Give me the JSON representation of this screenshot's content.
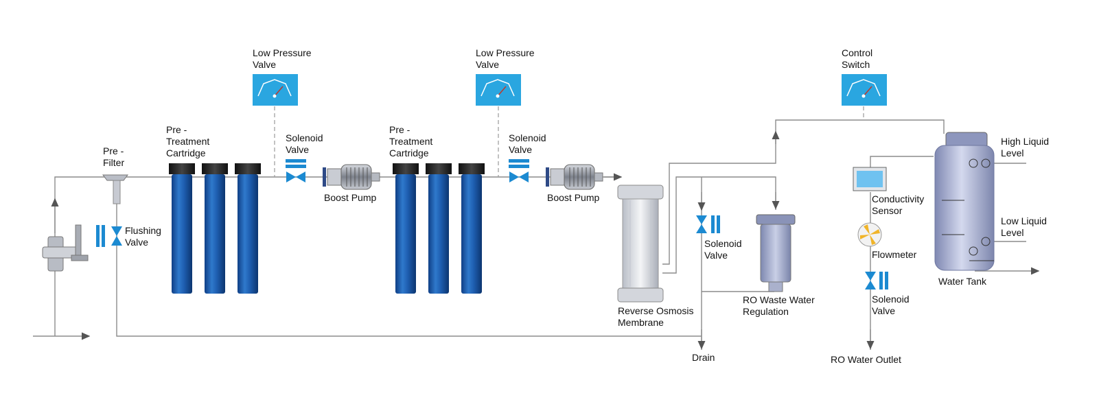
{
  "colors": {
    "pipe": "#8c8c8c",
    "cartridge": "#1d5aa8",
    "gauge": "#2aa6e0",
    "valve": "#1c8ad1",
    "membrane": "#cfd3da",
    "tank": "#9fa7c8"
  },
  "labels": {
    "pre_filter_1": "Pre -",
    "pre_filter_2": "Filter",
    "flushing_valve_1": "Flushing",
    "flushing_valve_2": "Valve",
    "cartridge1_1": "Pre -",
    "cartridge1_2": "Treatment",
    "cartridge1_3": "Cartridge",
    "low_pressure1_1": "Low Pressure",
    "low_pressure1_2": "Valve",
    "solenoid1_1": "Solenoid",
    "solenoid1_2": "Valve",
    "boost_pump1": "Boost Pump",
    "cartridge2_1": "Pre -",
    "cartridge2_2": "Treatment",
    "cartridge2_3": "Cartridge",
    "low_pressure2_1": "Low Pressure",
    "low_pressure2_2": "Valve",
    "solenoid2_1": "Solenoid",
    "solenoid2_2": "Valve",
    "boost_pump2": "Boost Pump",
    "membrane_1": "Reverse Osmosis",
    "membrane_2": "Membrane",
    "solenoid3_1": "Solenoid",
    "solenoid3_2": "Valve",
    "drain": "Drain",
    "waste_1": "RO Waste Water",
    "waste_2": "Regulation",
    "control_1": "Control",
    "control_2": "Switch",
    "conductivity_1": "Conductivity",
    "conductivity_2": "Sensor",
    "flowmeter": "Flowmeter",
    "solenoid4_1": "Solenoid",
    "solenoid4_2": "Valve",
    "outlet": "RO Water Outlet",
    "high_level_1": "High Liquid",
    "high_level_2": "Level",
    "low_level_1": "Low Liquid",
    "low_level_2": "Level",
    "water_tank": "Water Tank"
  }
}
